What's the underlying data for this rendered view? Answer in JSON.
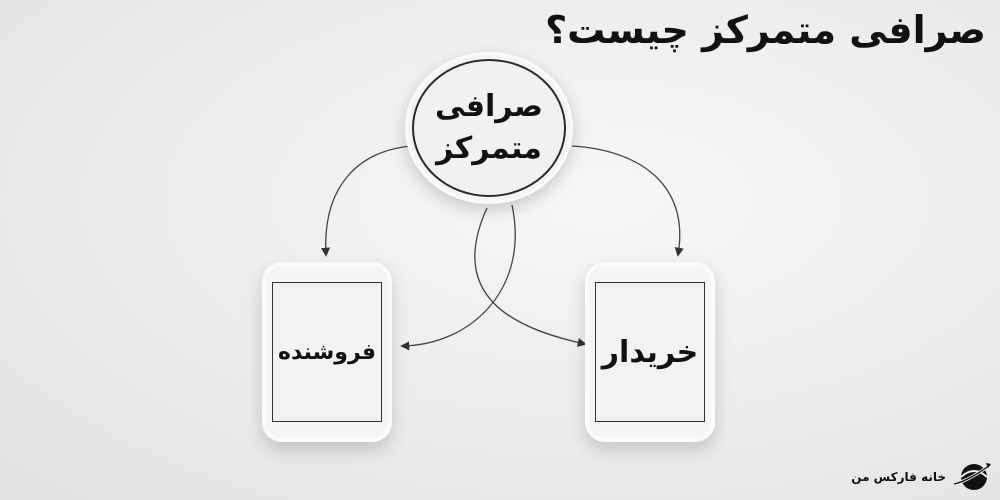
{
  "title": "صرافی متمرکز چیست؟",
  "center_node": {
    "line1": "صرافی",
    "line2": "متمرکز"
  },
  "seller_card": {
    "label": "فروشنده"
  },
  "buyer_card": {
    "label": "خریدار"
  },
  "brand": {
    "name": "خانه فارکس من",
    "icon": "globe-arrow-icon"
  },
  "colors": {
    "background": "#ececec",
    "stroke": "#333333",
    "text": "#111111"
  }
}
